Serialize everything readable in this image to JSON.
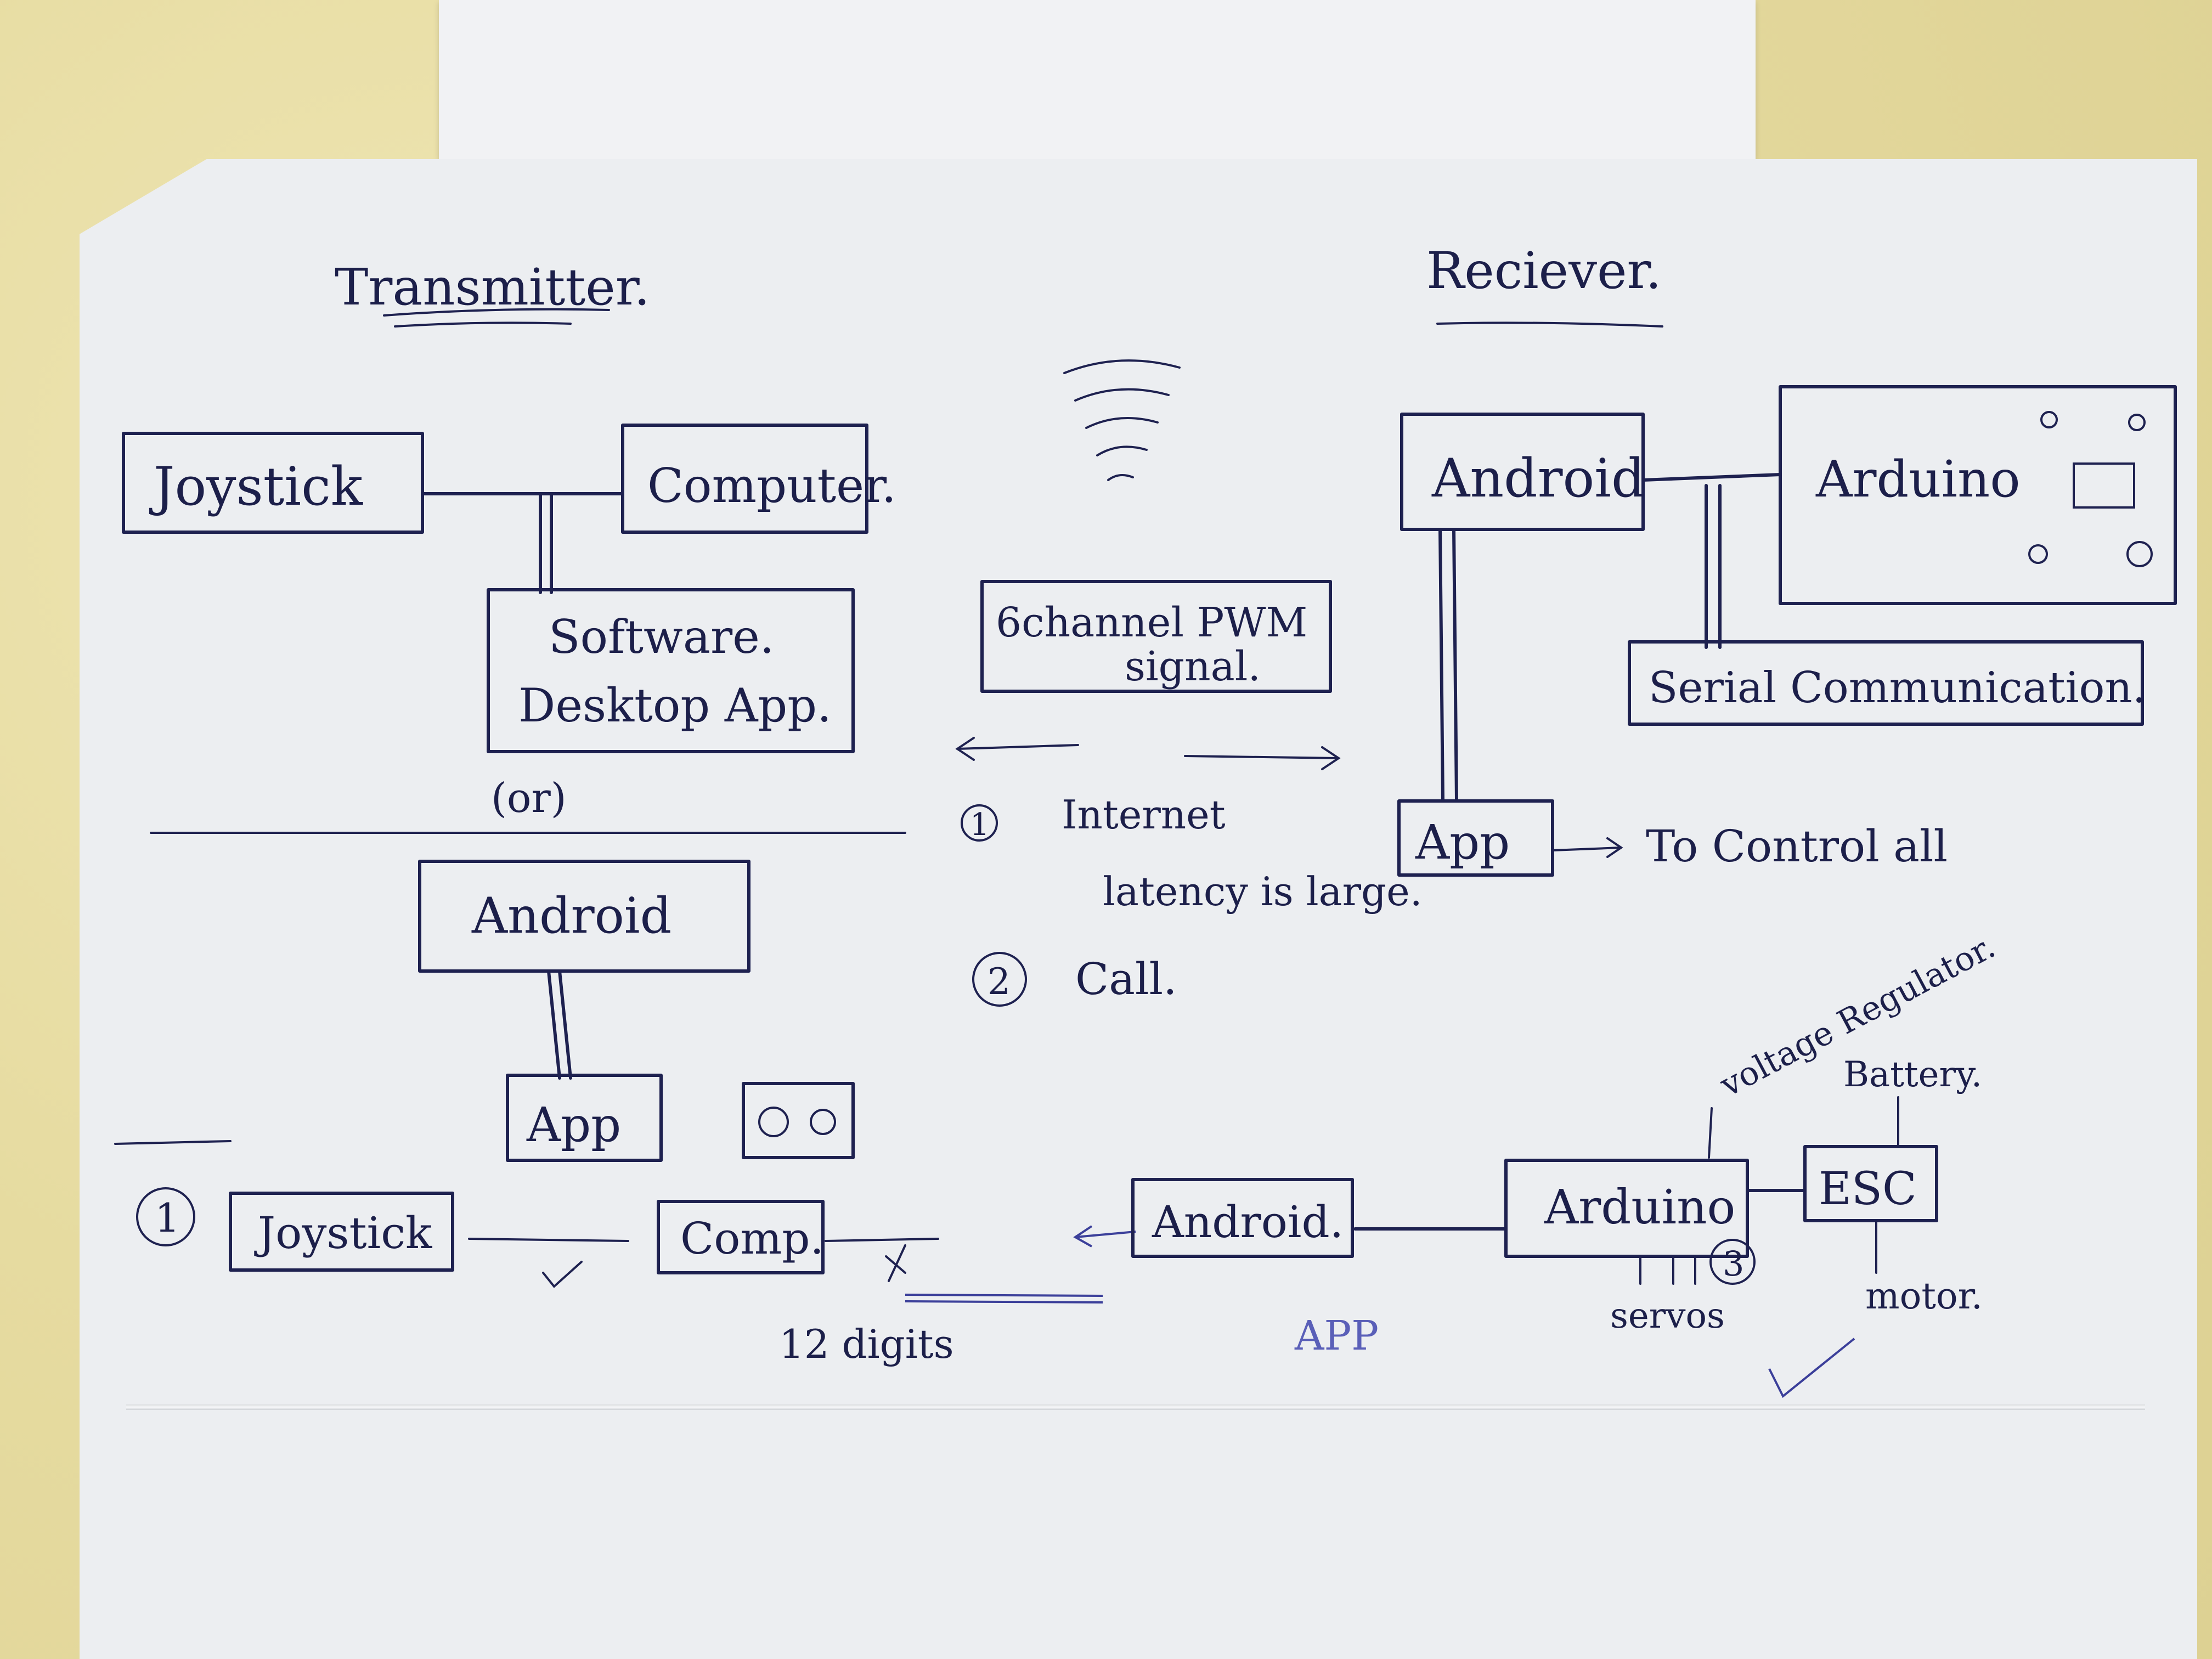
{
  "transmitter_heading": "Transmitter.",
  "receiver_heading": "Reciever.",
  "transmitter": {
    "joystick": "Joystick",
    "computer": "Computer.",
    "software_line1": "Software.",
    "software_line2": "Desktop App.",
    "or": "(or)",
    "android": "Android",
    "app": "App"
  },
  "middle": {
    "signal_line1": "6channel PWM",
    "signal_line2": "signal.",
    "note1_num": "1",
    "note1_line1": "Internet",
    "note1_line2": "latency is large.",
    "note2_num": "2",
    "note2_text": "Call."
  },
  "receiver": {
    "android": "Android",
    "arduino": "Arduino",
    "serial": "Serial Communication.",
    "app": "App",
    "control_note": "To Control all"
  },
  "bottom": {
    "num1": "1",
    "joystick": "Joystick",
    "comp": "Comp.",
    "digits": "12 digits",
    "android": "Android.",
    "app": "APP",
    "arduino": "Arduino",
    "esc": "ESC",
    "voltage": "voltage Regulator.",
    "battery": "Battery.",
    "servos": "servos",
    "servo_num": "3",
    "motor": "motor."
  }
}
